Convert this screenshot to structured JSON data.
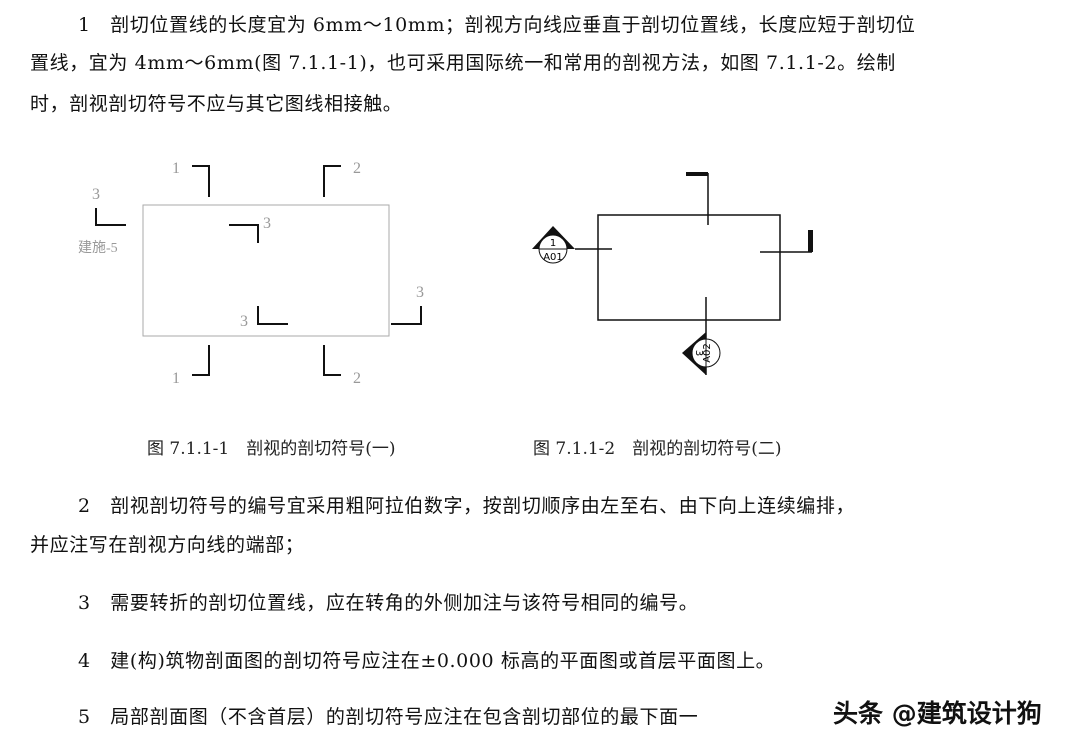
{
  "paragraphs": [
    {
      "lines": [
        "1　剖切位置线的长度宜为 6mm～10mm；剖视方向线应垂直于剖切位置线，长度应短于剖切位",
        "置线，宜为 4mm～6mm(图 7.1.1-1)，也可采用国际统一和常用的剖视方法，如图 7.1.1-2。绘制",
        "时，剖视剖切符号不应与其它图线相接触。"
      ]
    },
    {
      "lines": [
        "2　剖视剖切符号的编号宜采用粗阿拉伯数字，按剖切顺序由左至右、由下向上连续编排，",
        "并应注写在剖视方向线的端部；"
      ]
    },
    {
      "lines": [
        "3　需要转折的剖切位置线，应在转角的外侧加注与该符号相同的编号。"
      ]
    },
    {
      "lines": [
        "4　建(构)筑物剖面图的剖切符号应注在±0.000 标高的平面图或首层平面图上。"
      ]
    },
    {
      "lines": [
        "5　局部剖面图（不含首层）的剖切符号应注在包含剖切部位的最下面一"
      ]
    }
  ],
  "figure1": {
    "caption": "图 7.1.1-1　剖视的剖切符号(一)",
    "labels": {
      "n1": "1",
      "n2": "2",
      "n3": "3",
      "ref": "建施-5"
    }
  },
  "figure2": {
    "caption": "图 7.1.1-2　剖视的剖切符号(二)",
    "symbols": [
      {
        "num": "1",
        "sheet": "A01"
      },
      {
        "num": "3",
        "sheet": "A02"
      }
    ]
  },
  "watermark": "头条 @建筑设计狗"
}
